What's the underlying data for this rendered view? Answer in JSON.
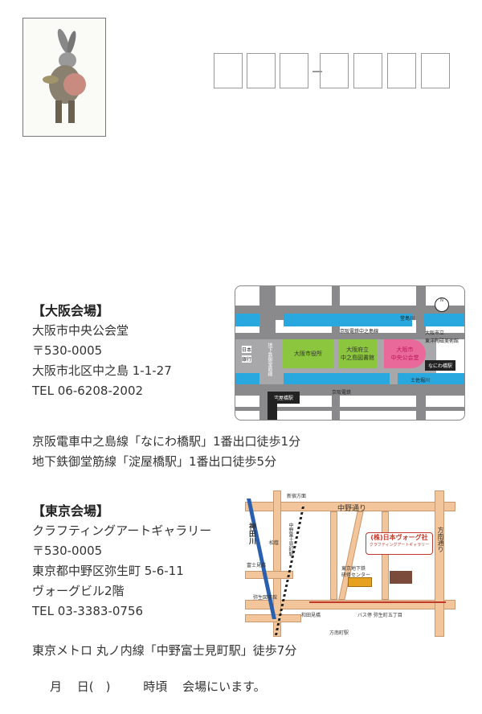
{
  "stamp": {
    "icon": "rabbit-stamp-illustration"
  },
  "postal_boxes": {
    "first": 3,
    "second": 4
  },
  "osaka": {
    "heading": "【大阪会場】",
    "venue": "大阪市中央公会堂",
    "postal": "〒530-0005",
    "address": "大阪市北区中之島 1-1-27",
    "tel": "TEL 06-6208-2002",
    "access": [
      "京阪電車中之島線「なにわ橋駅」1番出口徒歩1分",
      "地下鉄御堂筋線「淀屋橋駅」1番出口徒歩5分"
    ],
    "map": {
      "river_top": "堂島川",
      "railway_top": "京阪電鉄中之島線",
      "museum": "大阪市立",
      "museum2": "東洋陶磁美術館",
      "bank1": "日本",
      "bank2": "銀行",
      "subway": "地下鉄御堂筋線",
      "city_hall": "大阪市役所",
      "library1": "大阪府立",
      "library2": "中之島図書館",
      "venue1": "大阪市",
      "venue2": "中央公会堂",
      "station_naniwa": "なにわ橋駅",
      "river_bottom": "土佐堀川",
      "railway_bottom": "京阪電鉄",
      "station_yodoya": "淀屋橋駅",
      "north": "N",
      "venue_color": "#e8699a",
      "park_color": "#8cc63f",
      "river_color": "#29a8e0"
    }
  },
  "tokyo": {
    "heading": "【東京会場】",
    "venue": "クラフティングアートギャラリー",
    "postal": "〒530-0005",
    "address": "東京都中野区弥生町 5-6-11",
    "building": "ヴォーグビル2階",
    "tel": "TEL 03-3383-0756",
    "access": "東京メトロ 丸ノ内線「中野富士見町駅」徒歩7分",
    "map": {
      "nakano_dori": "中野通り",
      "hounan_dori": "方南通り",
      "kanda_river": "神田川",
      "shinjuku": "新宿方面",
      "fujimibashi": "富士見橋",
      "station": "中野富士見町駅",
      "company": "(株)日本ヴォーグ社",
      "company_sub": "クラフティングアートギャラリー",
      "training_center1": "東京地下鉄",
      "training_center2": "研修センター",
      "bus_stop": "バス停 弥生町五丁目",
      "matsuzono": "松蔭",
      "library": "弥生図書館",
      "wada": "和田見橋",
      "honan_station": "方南町駅",
      "route_color": "#c0392b"
    }
  },
  "footer": {
    "month": "月",
    "day": "日(　)",
    "time": "時頃",
    "message": "会場にいます。"
  }
}
